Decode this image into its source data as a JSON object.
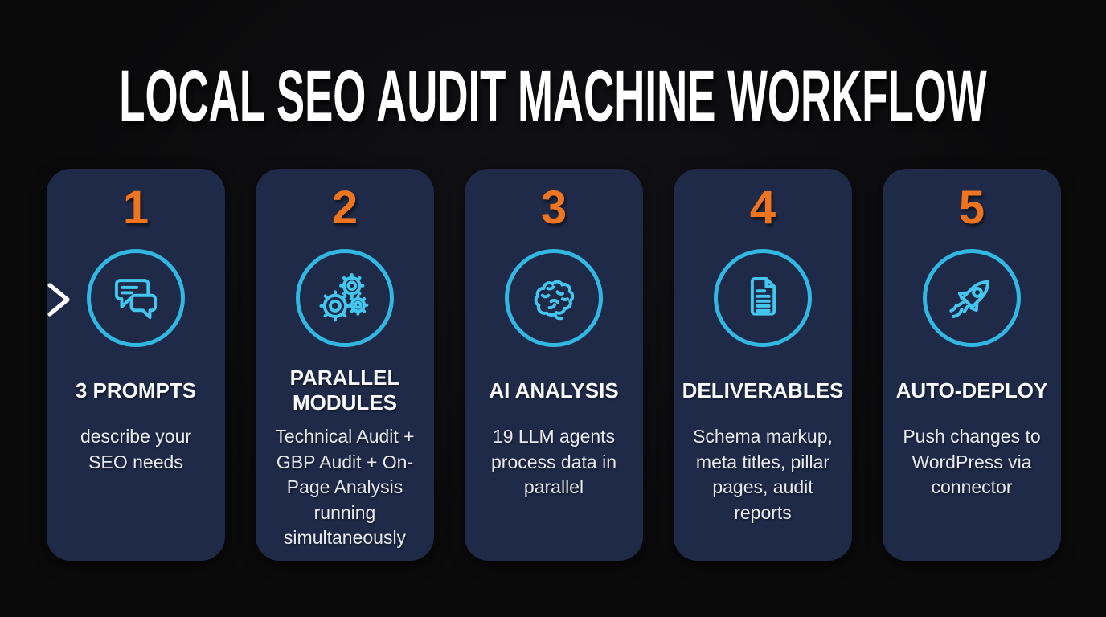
{
  "title": "LOCAL SEO AUDIT MACHINE WORKFLOW",
  "colors": {
    "background": "#0a0a0b",
    "card_background": "#1e2a47",
    "number_orange": "#ee7420",
    "icon_cyan": "#38bce6",
    "heading_white": "#f7f8f9",
    "body_text": "#e8eaed",
    "arrow_white": "#f4f8fa"
  },
  "steps": [
    {
      "number": "1",
      "icon": "chat-bubbles-icon",
      "heading": "3 PROMPTS",
      "description": "describe your SEO needs"
    },
    {
      "number": "2",
      "icon": "gears-icon",
      "heading": "PARALLEL MODULES",
      "description": "Technical Audit + GBP Audit + On-Page Analysis running simultaneously"
    },
    {
      "number": "3",
      "icon": "brain-icon",
      "heading": "AI ANALYSIS",
      "description": "19 LLM agents process data in parallel"
    },
    {
      "number": "4",
      "icon": "document-icon",
      "heading": "DELIVERABLES",
      "description": "Schema markup, meta titles, pillar pages, audit reports"
    },
    {
      "number": "5",
      "icon": "rocket-icon",
      "heading": "AUTO-DEPLOY",
      "description": "Push changes to WordPress via connector"
    }
  ]
}
